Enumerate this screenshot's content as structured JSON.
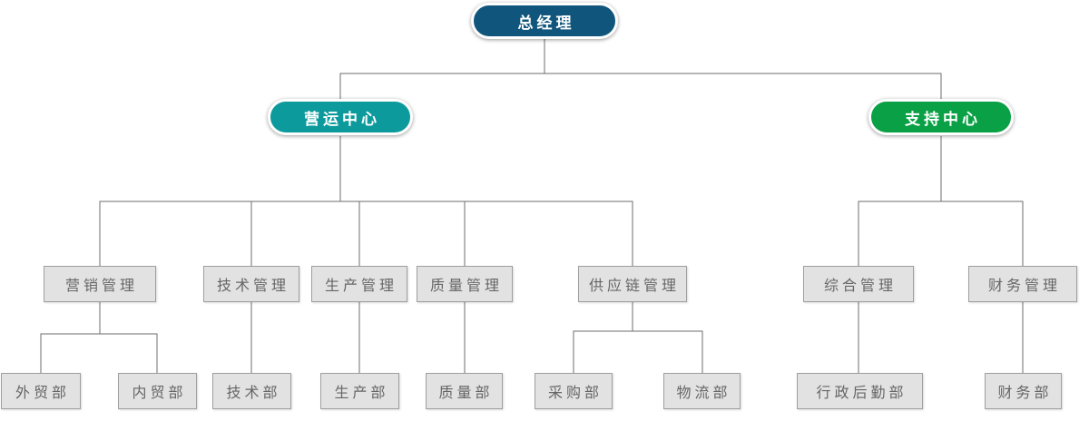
{
  "org_chart": {
    "type": "org-chart",
    "colors": {
      "root_bg": "#10567c",
      "operations_bg": "#0d9a9c",
      "support_bg": "#0aa045",
      "pill_text": "#ffffff",
      "box_bg": "#e2e2e2",
      "box_border": "#9f9f9f",
      "box_text": "#666666",
      "line": "#6e6e6e"
    },
    "root": {
      "label": "总经理",
      "color": "#10567c"
    },
    "branches": [
      {
        "label": "营运中心",
        "color": "#0d9a9c",
        "children": [
          {
            "label": "营销管理",
            "children": [
              {
                "label": "外贸部"
              },
              {
                "label": "内贸部"
              }
            ]
          },
          {
            "label": "技术管理",
            "children": [
              {
                "label": "技术部"
              }
            ]
          },
          {
            "label": "生产管理",
            "children": [
              {
                "label": "生产部"
              }
            ]
          },
          {
            "label": "质量管理",
            "children": [
              {
                "label": "质量部"
              }
            ]
          },
          {
            "label": "供应链管理",
            "children": [
              {
                "label": "采购部"
              },
              {
                "label": "物流部"
              }
            ]
          }
        ]
      },
      {
        "label": "支持中心",
        "color": "#0aa045",
        "children": [
          {
            "label": "综合管理",
            "children": [
              {
                "label": "行政后勤部"
              }
            ]
          },
          {
            "label": "财务管理",
            "children": [
              {
                "label": "财务部"
              }
            ]
          }
        ]
      }
    ]
  }
}
